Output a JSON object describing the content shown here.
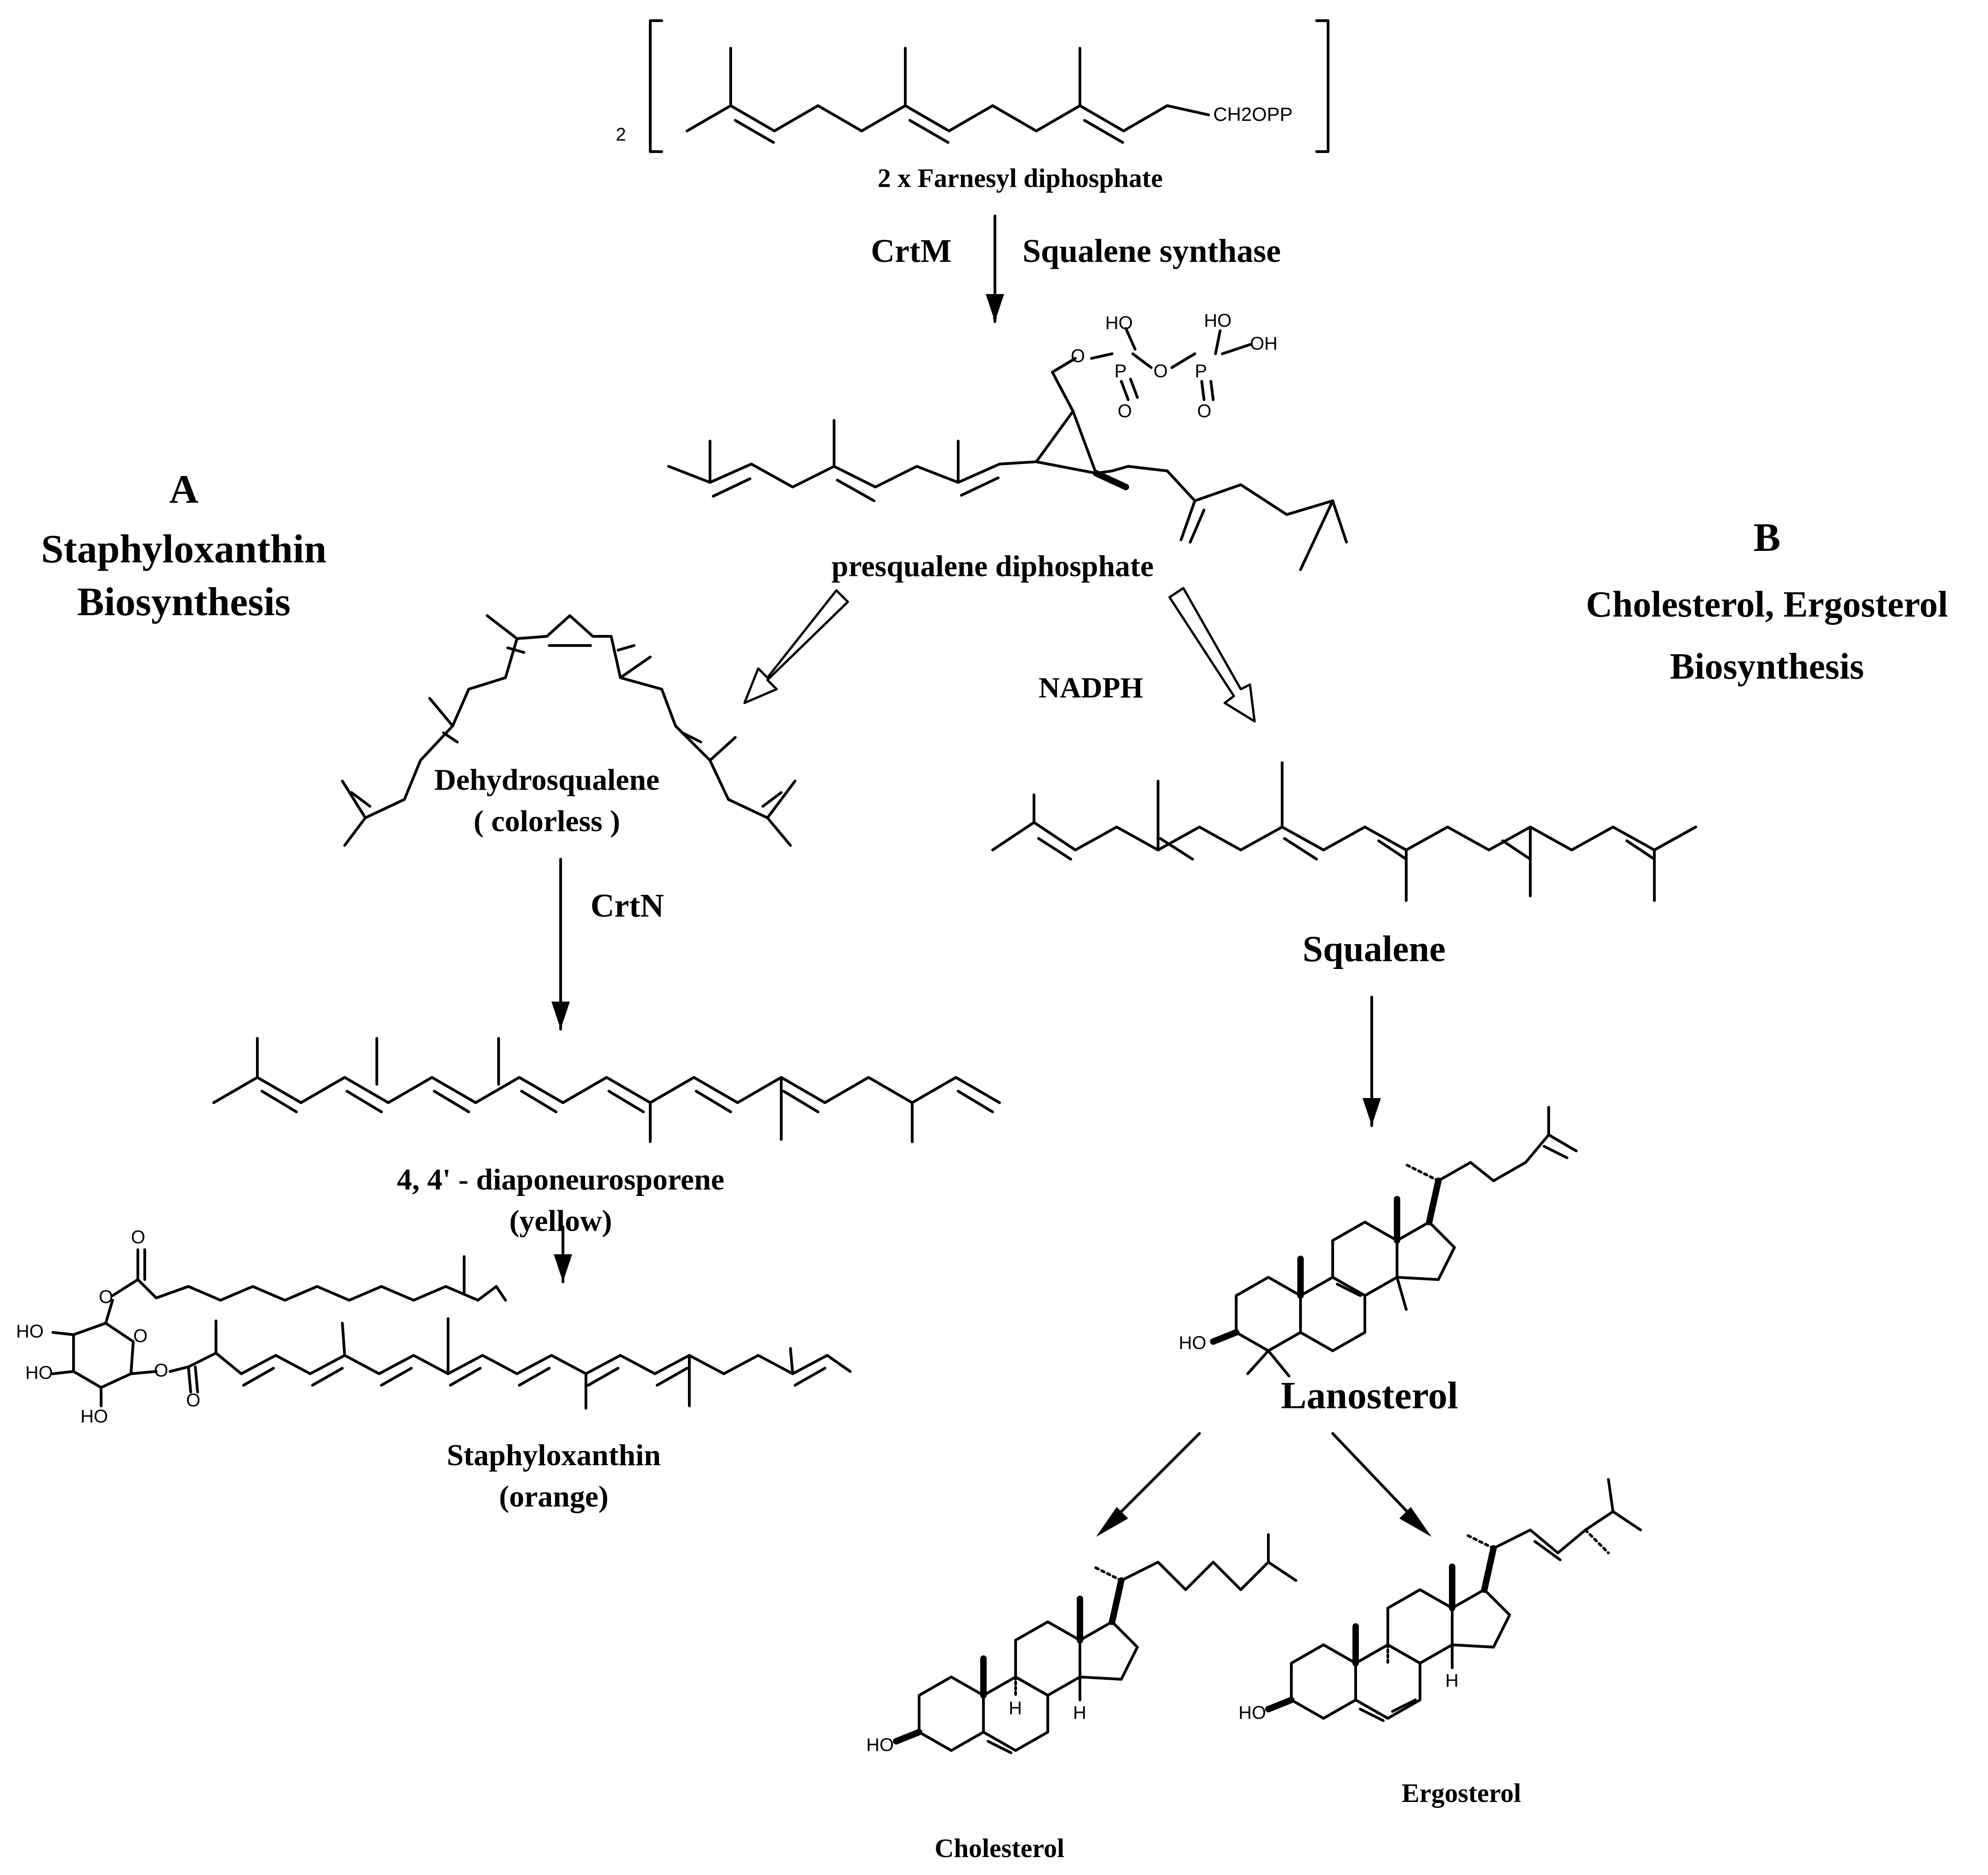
{
  "panels": {
    "a": {
      "letter": "A",
      "title_line1": "Staphyloxanthin",
      "title_line2": "Biosynthesis"
    },
    "b": {
      "letter": "B",
      "title_line1": "Cholesterol, Ergosterol",
      "title_line2": "Biosynthesis"
    }
  },
  "compounds": {
    "farnesyl": {
      "multiplier": "2",
      "group": "CH2OPP",
      "name": "2 x Farnesyl diphosphate"
    },
    "presqualene": {
      "name": "presqualene diphosphate",
      "atoms": [
        "O",
        "P",
        "O",
        "P",
        "OH",
        "HO",
        "HO",
        "O",
        "O"
      ]
    },
    "dehydrosqualene": {
      "name": "Dehydrosqualene",
      "note": "( colorless )"
    },
    "diaponeurosporene": {
      "name": "4, 4' - diaponeurosporene",
      "note": "(yellow)"
    },
    "staphyloxanthin": {
      "name": "Staphyloxanthin",
      "note": "(orange)",
      "atoms": [
        "O",
        "O",
        "O",
        "O",
        "O",
        "HO",
        "HO",
        "HO",
        "O"
      ]
    },
    "squalene": {
      "name": "Squalene"
    },
    "lanosterol": {
      "name": "Lanosterol",
      "atoms": [
        "HO"
      ]
    },
    "cholesterol": {
      "name": "Cholesterol",
      "atoms": [
        "HO",
        "H",
        "H"
      ]
    },
    "ergosterol": {
      "name": "Ergosterol",
      "atoms": [
        "HO",
        "H"
      ]
    }
  },
  "reactions": {
    "crtm": "CrtM",
    "squalene_synthase": "Squalene synthase",
    "nadph": "NADPH",
    "crtn": "CrtN"
  },
  "colors": {
    "ink": "#000000",
    "background": "#ffffff"
  }
}
